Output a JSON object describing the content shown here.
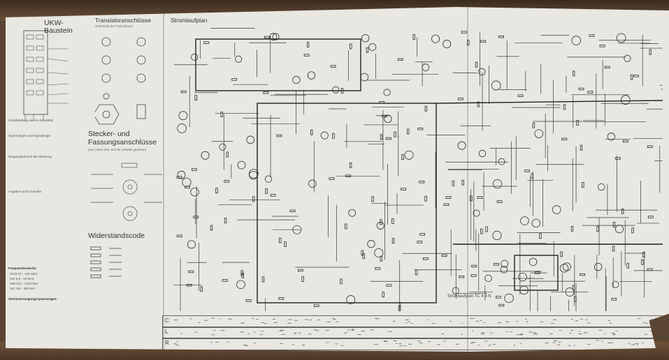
{
  "document": {
    "module_title": [
      "UKW-",
      "Baustein"
    ],
    "transistor_title": "Transistoranschlüsse",
    "transistor_subtitle": "Unterseite der Transistoren",
    "schematic_title": "Stromlaufplan",
    "connectors_title": [
      "Stecker- und",
      "Fassungsanschlüsse"
    ],
    "connectors_subtitle": "(von unten bzw. auf die Lötseite gesehen)",
    "resistor_title": "Widerstandscode",
    "model_label": "Stromlaufplan TC 4 3 N",
    "left_notes": [
      "Schaltstellung wie im Schaltbild",
      "Spannungen und Signalwege",
      "Eingangsbereich der Messung",
      "Angaben ohne Gewähr",
      "Frequenzbereiche:",
      "Stromversorgungsspannungen:"
    ],
    "frequency_rows": [
      "UKW 87 - 108 MHz",
      "KW 5,9 - 18 MHz",
      "MW 512 - 1620 kHz",
      "LW 145 - 350 kHz"
    ],
    "legend_rows": [
      "C",
      "L",
      "R"
    ]
  }
}
